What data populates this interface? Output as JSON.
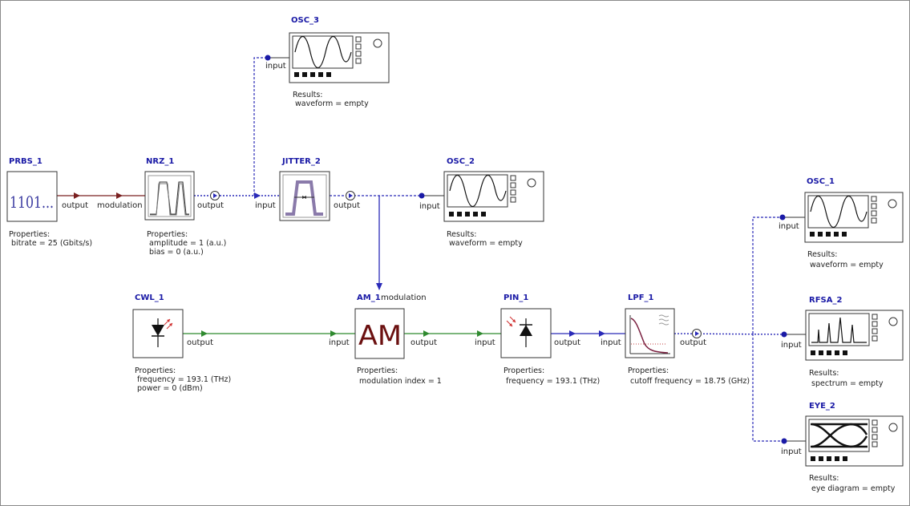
{
  "blocks": {
    "prbs": {
      "title": "PRBS_1",
      "glyph": "1101...",
      "port_out": "output",
      "props": [
        "Properties:",
        " bitrate = 25 (Gbits/s)"
      ]
    },
    "nrz": {
      "title": "NRZ_1",
      "port_in": "modulation",
      "port_out": "output",
      "props": [
        "Properties:",
        " amplitude = 1 (a.u.)",
        " bias = 0 (a.u.)"
      ]
    },
    "jitter": {
      "title": "JITTER_2",
      "port_in": "input",
      "port_out": "output"
    },
    "osc3": {
      "title": "OSC_3",
      "port_in": "input",
      "props": [
        "Results:",
        " waveform = empty"
      ]
    },
    "osc2": {
      "title": "OSC_2",
      "port_in": "input",
      "props": [
        "Results:",
        " waveform = empty"
      ]
    },
    "cwl": {
      "title": "CWL_1",
      "port_out": "output",
      "props": [
        "Properties:",
        " frequency = 193.1 (THz)",
        " power = 0 (dBm)"
      ]
    },
    "am": {
      "title": "AM_1",
      "glyph": "AM",
      "port_mod": "modulation",
      "port_in": "input",
      "port_out": "output",
      "props": [
        "Properties:",
        " modulation index = 1"
      ]
    },
    "pin": {
      "title": "PIN_1",
      "port_in": "input",
      "port_out": "output",
      "props": [
        "Properties:",
        " frequency = 193.1 (THz)"
      ]
    },
    "lpf": {
      "title": "LPF_1",
      "port_in": "input",
      "port_out": "output",
      "props": [
        "Properties:",
        " cutoff frequency = 18.75 (GHz)"
      ]
    },
    "osc1": {
      "title": "OSC_1",
      "port_in": "input",
      "props": [
        "Results:",
        " waveform = empty"
      ]
    },
    "rfsa": {
      "title": "RFSA_2",
      "port_in": "input",
      "props": [
        "Results:",
        " spectrum = empty"
      ]
    },
    "eye": {
      "title": "EYE_2",
      "port_in": "input",
      "props": [
        "Results:",
        " eye diagram = empty"
      ]
    }
  },
  "colors": {
    "title": "#1a1aa6",
    "electrical_wire": "#7a2020",
    "electrical_signal": "#2a2ab8",
    "optical": "#2f8a2f",
    "am_text": "#6b1010"
  }
}
